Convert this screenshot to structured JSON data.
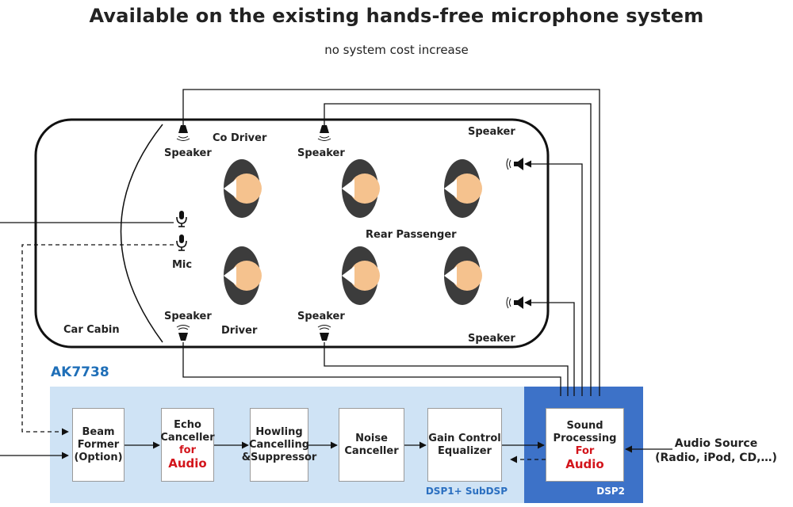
{
  "title": "Available on the existing hands-free microphone system",
  "subtitle": "no system cost increase",
  "cabin": {
    "car_cabin_label": "Car Cabin",
    "co_driver_label": "Co Driver",
    "driver_label": "Driver",
    "rear_passenger_label": "Rear Passenger",
    "mic_label": "Mic",
    "speaker_label": "Speaker"
  },
  "chip": {
    "name": "AK7738",
    "dsp1_label": "DSP1+ SubDSP",
    "dsp2_label": "DSP2"
  },
  "blocks": {
    "beam_former": [
      "Beam",
      "Former",
      "(Option)"
    ],
    "echo_canceller": [
      "Echo",
      "Canceller",
      "for",
      "Audio"
    ],
    "howling": [
      "Howling",
      "Cancelling",
      "&Suppressor"
    ],
    "noise_canceller": [
      "Noise",
      "Canceller"
    ],
    "gain_control": [
      "Gain Control",
      "Equalizer"
    ],
    "sound_processing": [
      "Sound",
      "Processing",
      "For",
      "Audio"
    ]
  },
  "audio_source": {
    "line1": "Audio Source",
    "line2": "(Radio, iPod, CD,…)"
  },
  "icons": {
    "speaker": "speaker-icon",
    "mic": "microphone-icon",
    "head": "head-top-view-icon"
  },
  "colors": {
    "chip_label": "#1f6fb8",
    "dsp1_panel": "#cfe3f5",
    "dsp2_panel": "#3d72c8",
    "audio_highlight": "#d3151c",
    "head_skin": "#f5c28e",
    "seat": "#3c3c3c"
  }
}
